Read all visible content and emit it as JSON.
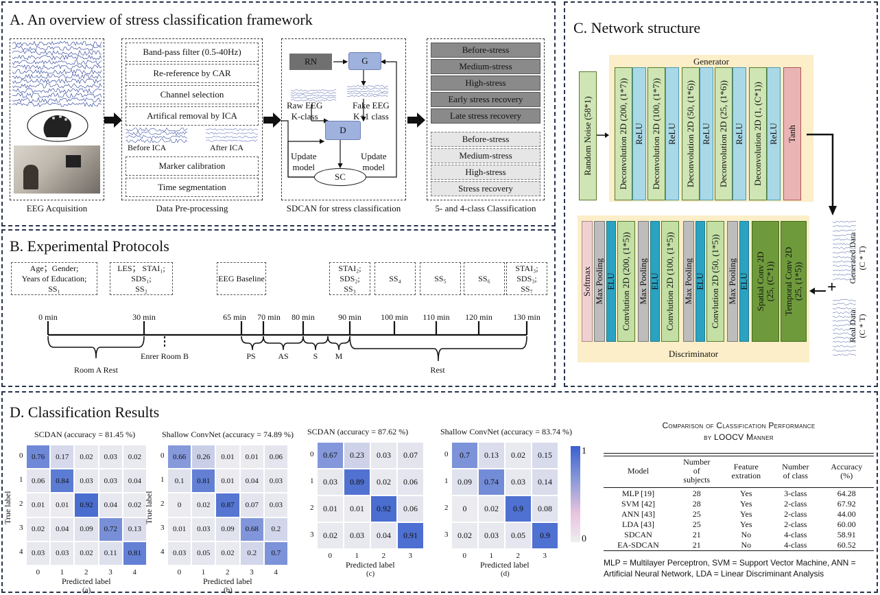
{
  "panelA": {
    "title": "A. An overview of stress classification framework",
    "eeg_caption": "EEG Acquisition",
    "preproc_steps": [
      "Band-pass filter (0.5-40Hz)",
      "Re-reference by CAR",
      "Channel selection",
      "Artifical removal by ICA",
      "Marker calibration",
      "Time segmentation"
    ],
    "before_ica": "Before ICA",
    "after_ica": "After ICA",
    "preproc_caption": "Data Pre-processing",
    "rn": "RN",
    "g": "G",
    "d": "D",
    "sc": "SC",
    "raw_eeg": "Raw EEG",
    "k_class": "K-class",
    "fake_eeg": "Fake EEG",
    "k1_class": "K+1 class",
    "update": "Update",
    "model": "model",
    "sdcan_caption": "SDCAN for stress classification",
    "five_class": [
      "Before-stress",
      "Medium-stress",
      "High-stress",
      "Early stress recovery",
      "Late stress recovery"
    ],
    "four_class": [
      "Before-stress",
      "Medium-stress",
      "High-stress",
      "Stress recovery"
    ],
    "class_caption": "5- and 4-class  Classification"
  },
  "panelB": {
    "title": "B. Experimental Protocols",
    "boxes": [
      {
        "lines": [
          "Age；Gender;",
          "Years of Education;",
          "SS₁"
        ]
      },
      {
        "lines": [
          "LES； STAI₁;",
          "SDS₁;",
          "SS₂"
        ]
      },
      {
        "lines": [
          "EEG Baseline"
        ]
      },
      {
        "lines": [
          "STAI₂;",
          "SDS₂;",
          "SS₃"
        ]
      },
      {
        "lines": [
          "SS₄"
        ]
      },
      {
        "lines": [
          "SS₅"
        ]
      },
      {
        "lines": [
          "SS₆"
        ]
      },
      {
        "lines": [
          "STAI₃;",
          "SDS₃;",
          "SS₇"
        ]
      }
    ],
    "ticks": [
      "0 min",
      "30 min",
      "65 min",
      "70 min",
      "80 min",
      "90 min",
      "100 min",
      "110 min",
      "120 min",
      "130 min"
    ],
    "segments": [
      "Room A Rest",
      "Enrer Room B",
      "PS",
      "AS",
      "S",
      "M",
      "Rest"
    ]
  },
  "panelC": {
    "title": "C. Network structure",
    "generator": "Generator",
    "discriminator": "Discriminator",
    "noise": "Random Noise (58*1)",
    "gen_layers": [
      "Deconvolution 2D (200, (1*7))",
      "ReLU",
      "Deconvolution 2D (100, (1*7))",
      "ReLU",
      "Deconvolution 2D (50, (1*6))",
      "ReLU",
      "Deconvolution 2D (25, (1*6))",
      "ReLU",
      "Deconvolution 2D (1, (C*1))",
      "ReLU",
      "Tanh"
    ],
    "disc_layers": [
      "Softmax",
      "Max Pooling",
      "ELU",
      "Convlution 2D (200, (1*5))",
      "Max Pooling",
      "ELU",
      "Convlution 2D (100, (1*5))",
      "Max Pooling",
      "ELU",
      "Convlution 2D (50, (1*5))",
      "Max Pooling",
      "ELU",
      "Spatial Conv 2D (25, (C*1))",
      "Temporal Conv 2D (25, (1*5))"
    ],
    "generated": "Generated Data",
    "real": "Real Data",
    "ct": "(C * T)",
    "plus": "+"
  },
  "panelD": {
    "title": "D. Classification Results",
    "true_label": "True label",
    "pred_label": "Predicted label",
    "colorbar": [
      "1",
      "0"
    ],
    "table_title": [
      "Comparison of Classification Performance",
      "by LOOCV Manner"
    ],
    "table_headers": [
      [
        "Model"
      ],
      [
        "Number",
        "of",
        "subjects"
      ],
      [
        "Feature",
        "extration"
      ],
      [
        "Number",
        "of class"
      ],
      [
        "Accuracy",
        "(%)"
      ]
    ],
    "table_rows": [
      [
        "MLP [19]",
        "28",
        "Yes",
        "3-class",
        "64.28"
      ],
      [
        "SVM [42]",
        "28",
        "Yes",
        "2-class",
        "67.92"
      ],
      [
        "ANN [43]",
        "25",
        "Yes",
        "2-class",
        "44.00"
      ],
      [
        "LDA [43]",
        "25",
        "Yes",
        "2-class",
        "60.00"
      ],
      [
        "SDCAN",
        "21",
        "No",
        "4-class",
        "58.91"
      ],
      [
        "EA-SDCAN",
        "21",
        "No",
        "4-class",
        "60.52"
      ]
    ],
    "footnote": [
      "MLP = Multilayer Perceptron, SVM = Support Vector Machine, ANN =",
      "Artificial Neural Network, LDA = Linear Discriminant Analysis"
    ]
  },
  "chart_data": [
    {
      "type": "heatmap",
      "title": "SCDAN (accuracy = 81.45 %)",
      "sublabel": "(a)",
      "xlabel": "Predicted label",
      "ylabel": "True label",
      "labels": [
        "0",
        "1",
        "2",
        "3",
        "4"
      ],
      "values": [
        [
          0.76,
          0.17,
          0.02,
          0.03,
          0.02
        ],
        [
          0.06,
          0.84,
          0.03,
          0.03,
          0.04
        ],
        [
          0.01,
          0.01,
          0.92,
          0.04,
          0.02
        ],
        [
          0.02,
          0.04,
          0.09,
          0.72,
          0.13
        ],
        [
          0.03,
          0.03,
          0.02,
          0.11,
          0.81
        ]
      ]
    },
    {
      "type": "heatmap",
      "title": "Shallow ConvNet (accuracy = 74.89 %)",
      "sublabel": "(b)",
      "xlabel": "Predicted label",
      "ylabel": "True label",
      "labels": [
        "0",
        "1",
        "2",
        "3",
        "4"
      ],
      "values": [
        [
          0.66,
          0.26,
          0.01,
          0.01,
          0.06
        ],
        [
          0.1,
          0.81,
          0.01,
          0.04,
          0.03
        ],
        [
          0,
          0.02,
          0.87,
          0.07,
          0.03
        ],
        [
          0.01,
          0.03,
          0.09,
          0.68,
          0.2
        ],
        [
          0.03,
          0.05,
          0.02,
          0.2,
          0.7
        ]
      ]
    },
    {
      "type": "heatmap",
      "title": "SCDAN (accuracy = 87.62 %)",
      "sublabel": "(c)",
      "xlabel": "Predicted label",
      "ylabel": "",
      "labels": [
        "0",
        "1",
        "2",
        "3"
      ],
      "values": [
        [
          0.67,
          0.23,
          0.03,
          0.07
        ],
        [
          0.03,
          0.89,
          0.02,
          0.06
        ],
        [
          0.01,
          0.01,
          0.92,
          0.06
        ],
        [
          0.02,
          0.03,
          0.04,
          0.91
        ]
      ]
    },
    {
      "type": "heatmap",
      "title": "Shallow ConvNet (accuracy = 83.74 %)",
      "sublabel": "(d)",
      "xlabel": "Predicted label",
      "ylabel": "",
      "labels": [
        "0",
        "1",
        "2",
        "3"
      ],
      "values": [
        [
          0.7,
          0.13,
          0.02,
          0.15
        ],
        [
          0.09,
          0.74,
          0.03,
          0.14
        ],
        [
          0,
          0.02,
          0.9,
          0.08
        ],
        [
          0.02,
          0.03,
          0.05,
          0.9
        ]
      ]
    }
  ]
}
